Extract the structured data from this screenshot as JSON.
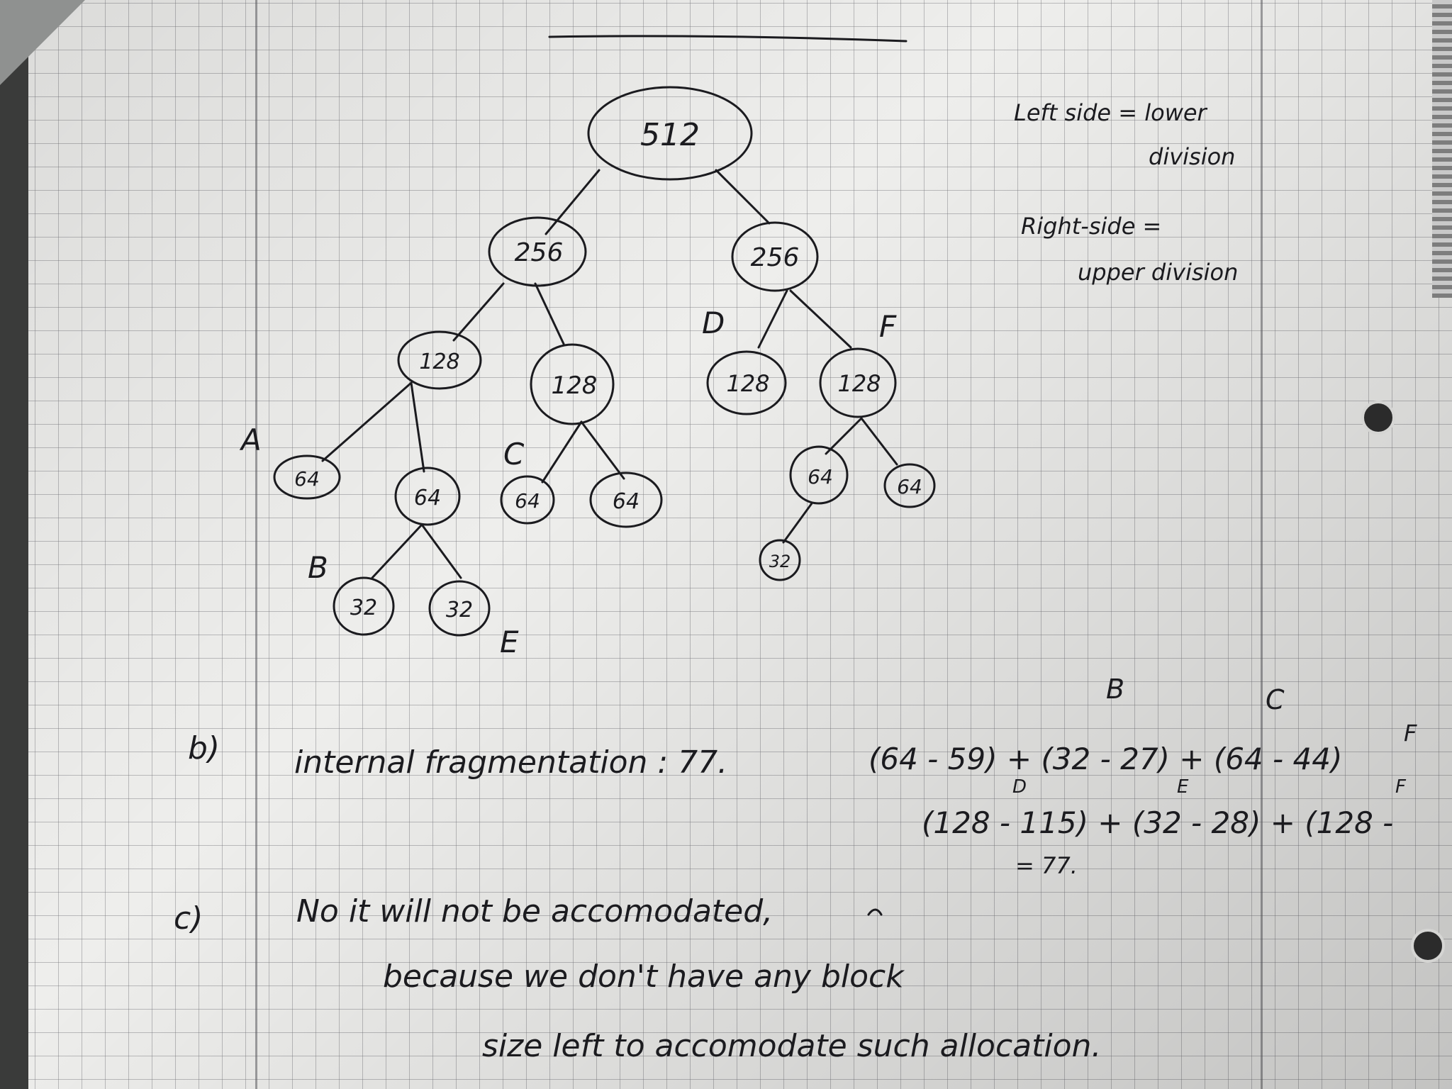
{
  "tree": {
    "root": "512",
    "level1": [
      "256",
      "256"
    ],
    "level2": [
      "128",
      "128",
      "128",
      "128"
    ],
    "level3": [
      "64",
      "64",
      "64",
      "64",
      "64",
      "64"
    ],
    "level4": [
      "32",
      "32",
      "32"
    ]
  },
  "markers": {
    "a": "A",
    "b": "B",
    "c": "C",
    "d": "D",
    "e": "E",
    "f": "F",
    "b_top": "B",
    "c_top": "C",
    "f_top": "F",
    "d_small": "D",
    "e_small": "E",
    "f_small": "F"
  },
  "side_notes": {
    "left_line1": "Left side = lower",
    "left_line2": "division",
    "right_line1": "Right-side =",
    "right_line2": "upper division"
  },
  "part_b": {
    "label": "b)",
    "text": "internal fragmentation : 77.",
    "expr1": "(64 - 59) + (32 - 27) + (64 - 44)",
    "expr2": "(128 - 115) + (32 - 28) + (128 -",
    "result": "= 77."
  },
  "part_c": {
    "label": "c)",
    "line1": "No it will not be accomodated,",
    "line2": "because we don't have any block",
    "line3": "size left to accomodate such allocation."
  }
}
